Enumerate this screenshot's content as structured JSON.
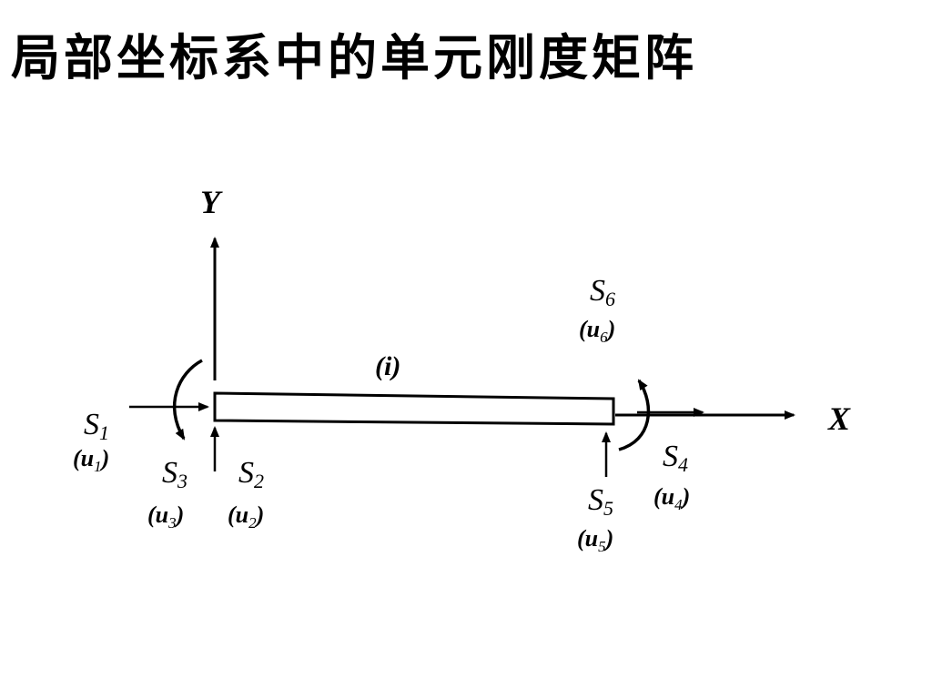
{
  "slide": {
    "title": "局部坐标系中的单元刚度矩阵"
  },
  "diagram": {
    "axes": {
      "x_label": "X",
      "y_label": "Y"
    },
    "element_label": "(i)",
    "forces": [
      {
        "symbol": "S",
        "index": "1",
        "disp_open": "(",
        "disp_symbol": "u",
        "disp_index": "1",
        "disp_close": ")"
      },
      {
        "symbol": "S",
        "index": "2",
        "disp_open": "(",
        "disp_symbol": "u",
        "disp_index": "2",
        "disp_close": ")"
      },
      {
        "symbol": "S",
        "index": "3",
        "disp_open": "(",
        "disp_symbol": "u",
        "disp_index": "3",
        "disp_close": ")"
      },
      {
        "symbol": "S",
        "index": "4",
        "disp_open": "(",
        "disp_symbol": "u",
        "disp_index": "4",
        "disp_close": ")"
      },
      {
        "symbol": "S",
        "index": "5",
        "disp_open": "(",
        "disp_symbol": "u",
        "disp_index": "5",
        "disp_close": ")"
      },
      {
        "symbol": "S",
        "index": "6",
        "disp_open": "(",
        "disp_symbol": "u",
        "disp_index": "6",
        "disp_close": ")"
      }
    ]
  }
}
